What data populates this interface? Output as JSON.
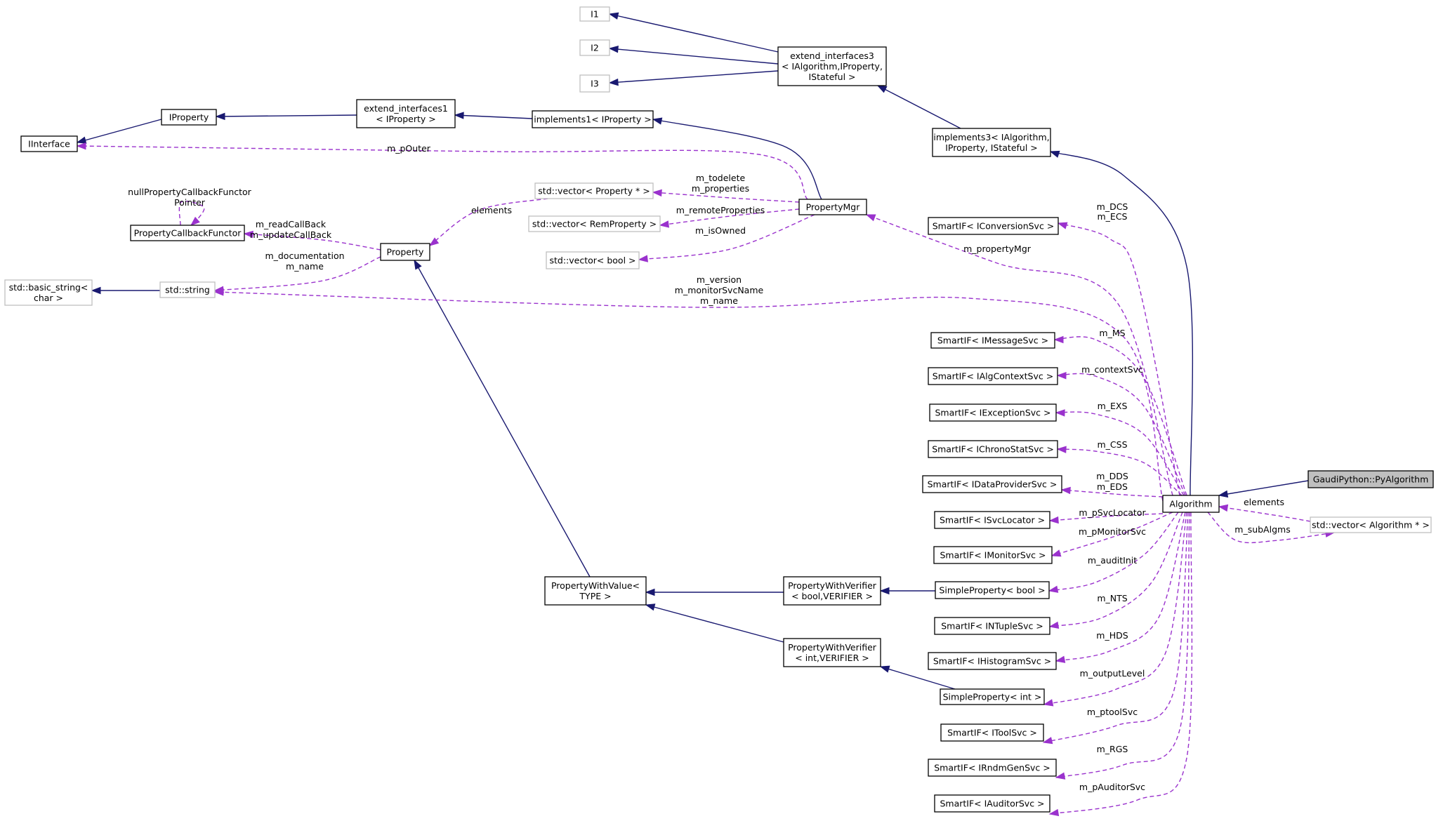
{
  "nodes": [
    {
      "id": "i1",
      "lines": [
        "I1"
      ],
      "style": "ext"
    },
    {
      "id": "i2",
      "lines": [
        "I2"
      ],
      "style": "ext"
    },
    {
      "id": "i3",
      "lines": [
        "I3"
      ],
      "style": "ext"
    },
    {
      "id": "ext3",
      "lines": [
        "extend_interfaces3",
        "< IAlgorithm,IProperty,",
        "IStateful >"
      ],
      "style": "normal"
    },
    {
      "id": "impl3",
      "lines": [
        "implements3< IAlgorithm,",
        "IProperty, IStateful >"
      ],
      "style": "normal"
    },
    {
      "id": "iinterface",
      "lines": [
        "IInterface"
      ],
      "style": "normal"
    },
    {
      "id": "iproperty",
      "lines": [
        "IProperty"
      ],
      "style": "normal"
    },
    {
      "id": "ext1",
      "lines": [
        "extend_interfaces1",
        "< IProperty >"
      ],
      "style": "normal"
    },
    {
      "id": "impl1",
      "lines": [
        "implements1< IProperty >"
      ],
      "style": "normal"
    },
    {
      "id": "propmgr",
      "lines": [
        "PropertyMgr"
      ],
      "style": "normal"
    },
    {
      "id": "vecprop",
      "lines": [
        "std::vector< Property * >"
      ],
      "style": "ext"
    },
    {
      "id": "vecrem",
      "lines": [
        "std::vector< RemProperty >"
      ],
      "style": "ext"
    },
    {
      "id": "vecbool",
      "lines": [
        "std::vector< bool >"
      ],
      "style": "ext"
    },
    {
      "id": "pcf",
      "lines": [
        "PropertyCallbackFunctor"
      ],
      "style": "normal"
    },
    {
      "id": "property",
      "lines": [
        "Property"
      ],
      "style": "normal"
    },
    {
      "id": "basicstr",
      "lines": [
        "std::basic_string<",
        "char >"
      ],
      "style": "ext"
    },
    {
      "id": "stdstring",
      "lines": [
        "std::string"
      ],
      "style": "ext"
    },
    {
      "id": "sconv",
      "lines": [
        "SmartIF< IConversionSvc >"
      ],
      "style": "normal"
    },
    {
      "id": "smsg",
      "lines": [
        "SmartIF< IMessageSvc >"
      ],
      "style": "normal"
    },
    {
      "id": "sctx",
      "lines": [
        "SmartIF< IAlgContextSvc >"
      ],
      "style": "normal"
    },
    {
      "id": "sexc",
      "lines": [
        "SmartIF< IExceptionSvc >"
      ],
      "style": "normal"
    },
    {
      "id": "schrono",
      "lines": [
        "SmartIF< IChronoStatSvc >"
      ],
      "style": "normal"
    },
    {
      "id": "sdata",
      "lines": [
        "SmartIF< IDataProviderSvc >"
      ],
      "style": "normal"
    },
    {
      "id": "sloc",
      "lines": [
        "SmartIF< ISvcLocator >"
      ],
      "style": "normal"
    },
    {
      "id": "smon",
      "lines": [
        "SmartIF< IMonitorSvc >"
      ],
      "style": "normal"
    },
    {
      "id": "spbool",
      "lines": [
        "SimpleProperty< bool >"
      ],
      "style": "normal"
    },
    {
      "id": "sntuple",
      "lines": [
        "SmartIF< INTupleSvc >"
      ],
      "style": "normal"
    },
    {
      "id": "shist",
      "lines": [
        "SmartIF< IHistogramSvc >"
      ],
      "style": "normal"
    },
    {
      "id": "spint",
      "lines": [
        "SimpleProperty< int >"
      ],
      "style": "normal"
    },
    {
      "id": "stool",
      "lines": [
        "SmartIF< IToolSvc >"
      ],
      "style": "normal"
    },
    {
      "id": "srndm",
      "lines": [
        "SmartIF< IRndmGenSvc >"
      ],
      "style": "normal"
    },
    {
      "id": "saud",
      "lines": [
        "SmartIF< IAuditorSvc >"
      ],
      "style": "normal"
    },
    {
      "id": "pwv",
      "lines": [
        "PropertyWithValue<",
        "TYPE >"
      ],
      "style": "normal"
    },
    {
      "id": "pwvbool",
      "lines": [
        "PropertyWithVerifier",
        "< bool,VERIFIER >"
      ],
      "style": "normal"
    },
    {
      "id": "pwvint",
      "lines": [
        "PropertyWithVerifier",
        "< int,VERIFIER >"
      ],
      "style": "normal"
    },
    {
      "id": "algorithm",
      "lines": [
        "Algorithm"
      ],
      "style": "normal"
    },
    {
      "id": "gaudi",
      "lines": [
        "GaudiPython::PyAlgorithm"
      ],
      "style": "focus"
    },
    {
      "id": "vecalg",
      "lines": [
        "std::vector< Algorithm * >"
      ],
      "style": "ext"
    }
  ],
  "edges": [
    {
      "id": "e-ext3-i1",
      "kind": "inheritance",
      "from": "ext3",
      "to": "i1",
      "labels": []
    },
    {
      "id": "e-ext3-i2",
      "kind": "inheritance",
      "from": "ext3",
      "to": "i2",
      "labels": []
    },
    {
      "id": "e-ext3-i3",
      "kind": "inheritance",
      "from": "ext3",
      "to": "i3",
      "labels": []
    },
    {
      "id": "e-impl3-ext3",
      "kind": "inheritance",
      "from": "impl3",
      "to": "ext3",
      "labels": []
    },
    {
      "id": "e-alg-impl3",
      "kind": "inheritance",
      "from": "algorithm",
      "to": "impl3",
      "labels": []
    },
    {
      "id": "e-gaudi-alg",
      "kind": "inheritance",
      "from": "gaudi",
      "to": "algorithm",
      "labels": []
    },
    {
      "id": "e-iprop-iint",
      "kind": "inheritance",
      "from": "iproperty",
      "to": "iinterface",
      "labels": []
    },
    {
      "id": "e-ext1-iprop",
      "kind": "inheritance",
      "from": "ext1",
      "to": "iproperty",
      "labels": []
    },
    {
      "id": "e-impl1-ext1",
      "kind": "inheritance",
      "from": "impl1",
      "to": "ext1",
      "labels": []
    },
    {
      "id": "e-pmgr-impl1",
      "kind": "inheritance",
      "from": "propmgr",
      "to": "impl1",
      "labels": []
    },
    {
      "id": "e-str-basic",
      "kind": "inheritance",
      "from": "stdstring",
      "to": "basicstr",
      "labels": []
    },
    {
      "id": "e-pwv-prop",
      "kind": "inheritance",
      "from": "pwv",
      "to": "property",
      "labels": []
    },
    {
      "id": "e-pwvb-pwv",
      "kind": "inheritance",
      "from": "pwvbool",
      "to": "pwv",
      "labels": []
    },
    {
      "id": "e-pwvi-pwv",
      "kind": "inheritance",
      "from": "pwvint",
      "to": "pwv",
      "labels": []
    },
    {
      "id": "e-spb-pwvb",
      "kind": "inheritance",
      "from": "spbool",
      "to": "pwvbool",
      "labels": []
    },
    {
      "id": "e-spi-pwvi",
      "kind": "inheritance",
      "from": "spint",
      "to": "pwvint",
      "labels": []
    },
    {
      "id": "u-pouter",
      "kind": "usage",
      "from": "propmgr",
      "to": "iinterface",
      "labels": [
        "m_pOuter"
      ]
    },
    {
      "id": "u-todelete",
      "kind": "usage",
      "from": "propmgr",
      "to": "vecprop",
      "labels": [
        "m_todelete",
        "m_properties"
      ]
    },
    {
      "id": "u-remote",
      "kind": "usage",
      "from": "propmgr",
      "to": "vecrem",
      "labels": [
        "m_remoteProperties"
      ]
    },
    {
      "id": "u-isowned",
      "kind": "usage",
      "from": "propmgr",
      "to": "vecbool",
      "labels": [
        "m_isOwned"
      ]
    },
    {
      "id": "u-elements-prop",
      "kind": "usage",
      "from": "vecprop",
      "to": "property",
      "labels": [
        "elements"
      ]
    },
    {
      "id": "u-callback",
      "kind": "usage",
      "from": "property",
      "to": "pcf",
      "labels": [
        "m_readCallBack",
        "m_updateCallBack"
      ]
    },
    {
      "id": "u-nullptr",
      "kind": "usage",
      "from": "pcf",
      "to": "pcf",
      "labels": [
        "nullPropertyCallbackFunctor",
        "Pointer"
      ]
    },
    {
      "id": "u-doc",
      "kind": "usage",
      "from": "property",
      "to": "stdstring",
      "labels": [
        "m_documentation",
        "m_name"
      ]
    },
    {
      "id": "u-version",
      "kind": "usage",
      "from": "algorithm",
      "to": "stdstring",
      "labels": [
        "m_version",
        "m_monitorSvcName",
        "m_name"
      ]
    },
    {
      "id": "u-pmgr",
      "kind": "usage",
      "from": "algorithm",
      "to": "propmgr",
      "labels": [
        "m_propertyMgr"
      ]
    },
    {
      "id": "u-dcs",
      "kind": "usage",
      "from": "algorithm",
      "to": "sconv",
      "labels": [
        "m_DCS",
        "m_ECS"
      ]
    },
    {
      "id": "u-ms",
      "kind": "usage",
      "from": "algorithm",
      "to": "smsg",
      "labels": [
        "m_MS"
      ]
    },
    {
      "id": "u-ctx",
      "kind": "usage",
      "from": "algorithm",
      "to": "sctx",
      "labels": [
        "m_contextSvc"
      ]
    },
    {
      "id": "u-exs",
      "kind": "usage",
      "from": "algorithm",
      "to": "sexc",
      "labels": [
        "m_EXS"
      ]
    },
    {
      "id": "u-css",
      "kind": "usage",
      "from": "algorithm",
      "to": "schrono",
      "labels": [
        "m_CSS"
      ]
    },
    {
      "id": "u-dds",
      "kind": "usage",
      "from": "algorithm",
      "to": "sdata",
      "labels": [
        "m_DDS",
        "m_EDS"
      ]
    },
    {
      "id": "u-loc",
      "kind": "usage",
      "from": "algorithm",
      "to": "sloc",
      "labels": [
        "m_pSvcLocator"
      ]
    },
    {
      "id": "u-mon",
      "kind": "usage",
      "from": "algorithm",
      "to": "smon",
      "labels": [
        "m_pMonitorSvc"
      ]
    },
    {
      "id": "u-audinit",
      "kind": "usage",
      "from": "algorithm",
      "to": "spbool",
      "labels": [
        "m_auditInit"
      ]
    },
    {
      "id": "u-nts",
      "kind": "usage",
      "from": "algorithm",
      "to": "sntuple",
      "labels": [
        "m_NTS"
      ]
    },
    {
      "id": "u-hds",
      "kind": "usage",
      "from": "algorithm",
      "to": "shist",
      "labels": [
        "m_HDS"
      ]
    },
    {
      "id": "u-outlvl",
      "kind": "usage",
      "from": "algorithm",
      "to": "spint",
      "labels": [
        "m_outputLevel"
      ]
    },
    {
      "id": "u-ptool",
      "kind": "usage",
      "from": "algorithm",
      "to": "stool",
      "labels": [
        "m_ptoolSvc"
      ]
    },
    {
      "id": "u-rgs",
      "kind": "usage",
      "from": "algorithm",
      "to": "srndm",
      "labels": [
        "m_RGS"
      ]
    },
    {
      "id": "u-paud",
      "kind": "usage",
      "from": "algorithm",
      "to": "saud",
      "labels": [
        "m_pAuditorSvc"
      ]
    },
    {
      "id": "u-elements-alg",
      "kind": "usage",
      "from": "vecalg",
      "to": "algorithm",
      "labels": [
        "elements"
      ]
    },
    {
      "id": "u-subalgs",
      "kind": "usage",
      "from": "algorithm",
      "to": "vecalg",
      "labels": [
        "m_subAlgms"
      ]
    }
  ],
  "colors": {
    "inheritance": "#191970",
    "usage": "#9a32cd",
    "node_border": "#000000",
    "external_border": "#bfbfbf",
    "focus_fill": "#bfbfbf"
  }
}
